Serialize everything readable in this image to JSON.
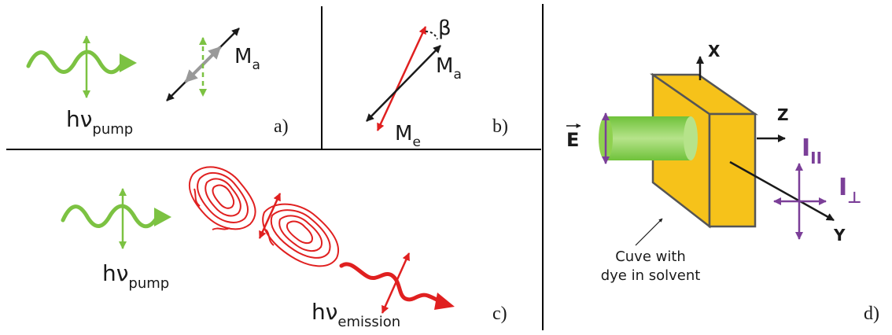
{
  "colors": {
    "green": "#7cc242",
    "red": "#e02020",
    "black": "#1a1a1a",
    "gray": "#999999",
    "purple": "#7b3f98",
    "cuvette_yellow": "#f6c21a",
    "cuvette_edge": "#555555",
    "beam_green": "#8fd14f"
  },
  "panel_a": {
    "h_nu": "hν",
    "pump_sub": "pump",
    "m_letter": "M",
    "m_sub": "a",
    "label": "a)"
  },
  "panel_b": {
    "beta": "β",
    "ma_letter": "M",
    "ma_sub": "a",
    "me_letter": "M",
    "me_sub": "e",
    "label": "b)"
  },
  "panel_c": {
    "h_nu": "hν",
    "pump_sub": "pump",
    "emission_h_nu": "hν",
    "emission_sub": "emission",
    "label": "c)"
  },
  "panel_d": {
    "e_label": "E",
    "axis_x": "X",
    "axis_y": "Y",
    "axis_z": "Z",
    "i_parallel": "I",
    "i_parallel_sub": "II",
    "i_perp": "I",
    "i_perp_sub": "⊥",
    "caption_line1": "Cuve with",
    "caption_line2": "dye in solvent",
    "label": "d)"
  }
}
